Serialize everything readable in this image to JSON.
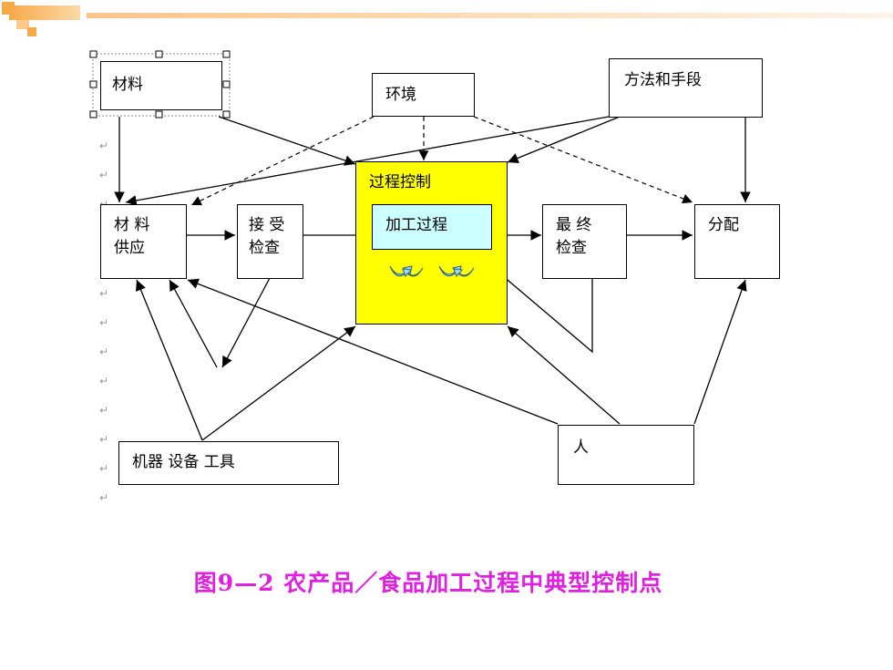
{
  "diagram": {
    "nodes": {
      "material": "材料",
      "environment": "环境",
      "method": "方法和手段",
      "material_supply_1": "材 料",
      "material_supply_2": "供应",
      "reception_1": "接 受",
      "reception_2": "检查",
      "process_control": "过程控制",
      "processing": "加工过程",
      "final_1": "最 终",
      "final_2": "检查",
      "distribution": "分配",
      "machines": "机器 设备 工具",
      "people": "人"
    },
    "paragraph_mark": "↵",
    "colors": {
      "process_control_fill": "#ffff00",
      "processing_fill": "#ccffff",
      "caption": "#e020e0",
      "header_orange": "#f7a94a"
    }
  },
  "caption": "图9—2  农产品／食品加工过程中典型控制点"
}
